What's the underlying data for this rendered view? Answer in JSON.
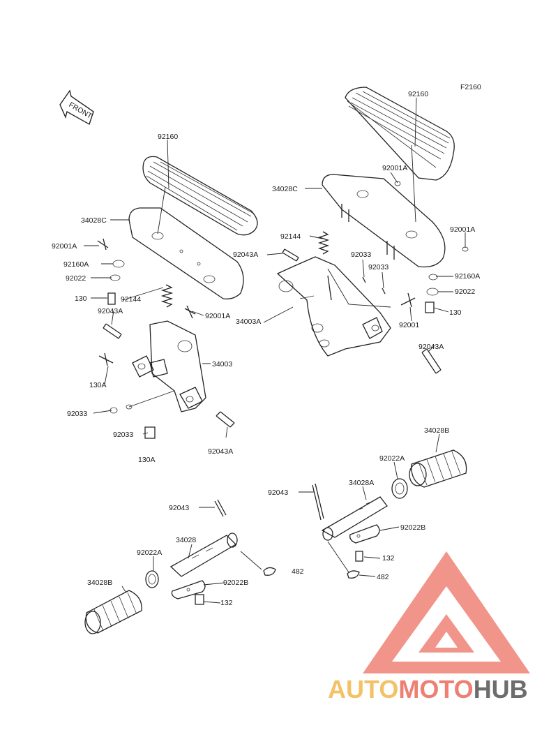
{
  "diagram": {
    "figure_code": "F2160",
    "front_badge": "FRONT",
    "labels": {
      "r_92160": "92160",
      "r_92001A_top": "92001A",
      "r_34028C": "34028C",
      "r_92144": "92144",
      "r_92043A_top": "92043A",
      "r_92033_a": "92033",
      "r_92033_b": "92033",
      "r_92001A_right": "92001A",
      "r_92160A": "92160A",
      "r_92022": "92022",
      "r_130": "130",
      "r_34003A": "34003A",
      "r_92001": "92001",
      "r_92043A_bot": "92043A",
      "l_92160": "92160",
      "l_34028C": "34028C",
      "l_92001A": "92001A",
      "l_92160A": "92160A",
      "l_92022": "92022",
      "l_130": "130",
      "l_92144": "92144",
      "l_92043A_left": "92043A",
      "l_92001A_right": "92001A",
      "l_34003": "34003",
      "l_130A_a": "130A",
      "l_92033_a": "92033",
      "l_92033_b": "92033",
      "l_130A_b": "130A",
      "l_92043A_bot": "92043A",
      "rp_34028B": "34028B",
      "rp_92022A": "92022A",
      "rp_92043": "92043",
      "rp_34028A": "34028A",
      "rp_92022B": "92022B",
      "rp_132": "132",
      "rp_482": "482",
      "lp_92043": "92043",
      "lp_34028": "34028",
      "lp_92022A": "92022A",
      "lp_482": "482",
      "lp_34028B": "34028B",
      "lp_92022B": "92022B",
      "lp_132": "132"
    }
  },
  "watermark": {
    "part1": "AUTO",
    "part2": "MOTO",
    "part3": "HUB",
    "colors": {
      "triangle": "#ee8277",
      "auto": "#f3c267",
      "moto": "#ee7f72",
      "hub": "#6d6d6d"
    }
  }
}
